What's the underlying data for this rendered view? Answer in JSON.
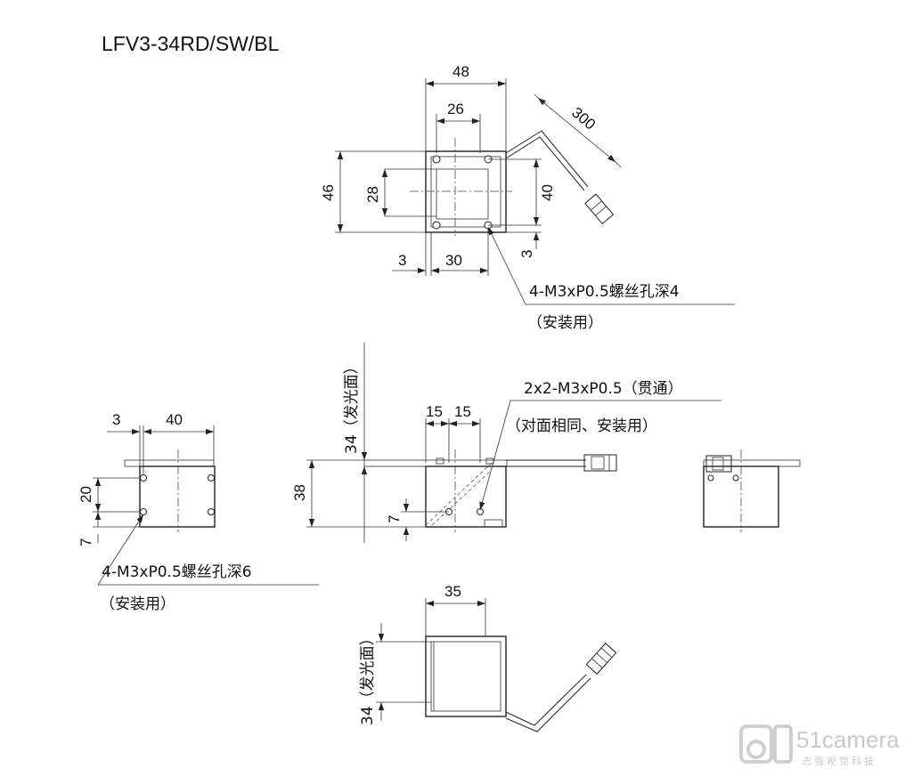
{
  "title": "LFV3-34RD/SW/BL",
  "top_view": {
    "dim_width": "48",
    "dim_inner_width": "26",
    "dim_cable": "300",
    "dim_height": "46",
    "dim_inner_height": "28",
    "dim_hole_pitch_v": "40",
    "dim_offset": "3",
    "dim_hole_pitch_h": "30",
    "dim_offset_right": "3",
    "note_line1": "4-M3xP0.5螺丝孔深4",
    "note_line2": "（安装用）"
  },
  "left_view": {
    "dim_offset": "3",
    "dim_width": "40",
    "dim_hole_v": "20",
    "dim_bottom": "7",
    "note_line1": "4-M3xP0.5螺丝孔深6",
    "note_line2": "（安装用）"
  },
  "front_view": {
    "dim_emit": "34（发光面）",
    "dim_a": "15",
    "dim_b": "15",
    "dim_height": "38",
    "dim_bottom": "7",
    "note_line1": "2x2-M3xP0.5（贯通）",
    "note_line2": "（对面相同、安装用）"
  },
  "bottom_view": {
    "dim_width": "35",
    "dim_emit": "34（发光面）"
  },
  "watermark": {
    "brand": "51camera",
    "tagline": "志强视觉科技"
  }
}
